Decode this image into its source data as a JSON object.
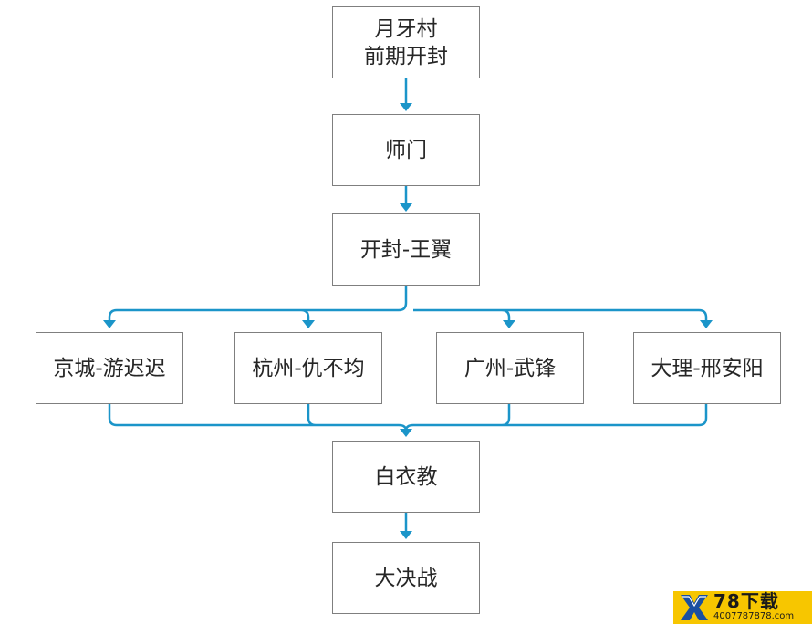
{
  "nodes": {
    "start": {
      "line1": "月牙村",
      "line2": "前期开封"
    },
    "shimen": "师门",
    "kaifeng": "开封-王翼",
    "jingcheng": "京城-游迟迟",
    "hangzhou": "杭州-仇不均",
    "guangzhou": "广州-武锋",
    "dali": "大理-邢安阳",
    "baiyijiao": "白衣教",
    "final": "大决战"
  },
  "watermark": {
    "title": "78下载",
    "url": "4007787878.com"
  },
  "colors": {
    "connector": "#1b95c9",
    "border": "#7f7f7f",
    "text": "#262626",
    "watermark_bg": "#f7c600"
  }
}
